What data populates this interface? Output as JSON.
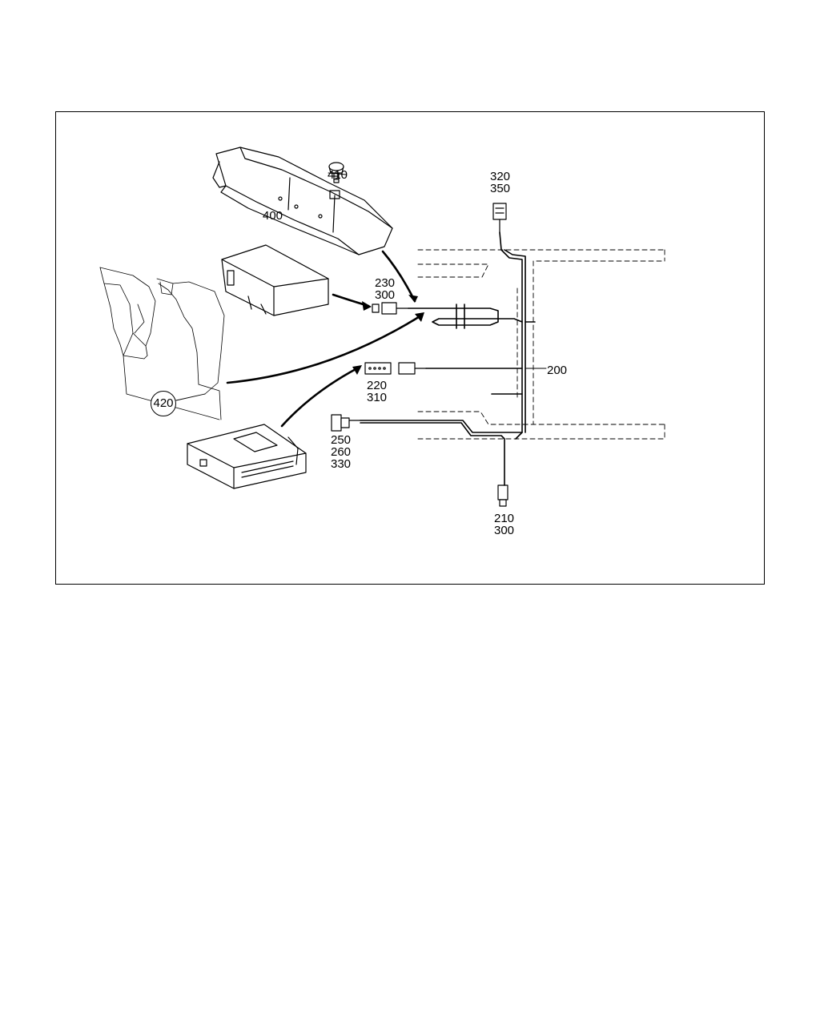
{
  "callouts": {
    "c200": "200",
    "c210": [
      "210",
      "300"
    ],
    "c220": [
      "220",
      "310"
    ],
    "c230": [
      "230",
      "300"
    ],
    "c250": [
      "250",
      "260",
      "330"
    ],
    "c320": [
      "320",
      "350"
    ],
    "c400": "400",
    "c410": "410",
    "c420": "420"
  },
  "colors": {
    "line": "#000000",
    "background": "#ffffff"
  }
}
